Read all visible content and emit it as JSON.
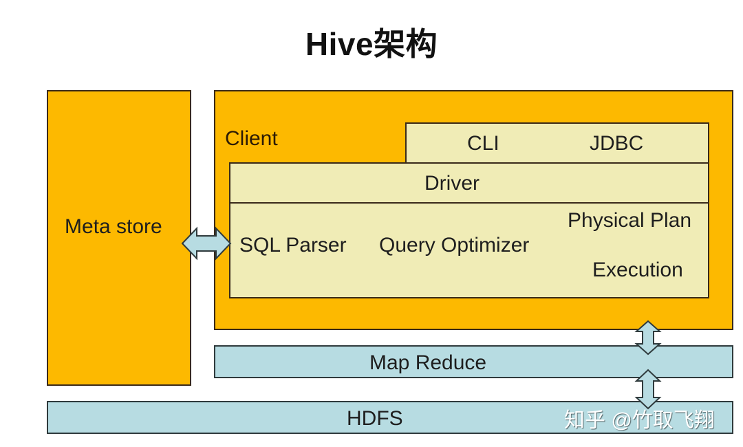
{
  "title": "Hive架构",
  "meta_store": {
    "label": "Meta store"
  },
  "client": {
    "label": "Client",
    "cli": "CLI",
    "jdbc": "JDBC",
    "driver": "Driver",
    "components": {
      "sql_parser": "SQL Parser",
      "query_optimizer": "Query Optimizer",
      "physical_plan": "Physical Plan",
      "execution": "Execution"
    }
  },
  "map_reduce": {
    "label": "Map Reduce"
  },
  "hdfs": {
    "label": "HDFS"
  },
  "watermark": "知乎 @竹取飞翔",
  "colors": {
    "orange": "#fdb900",
    "cream": "#f0ecb6",
    "light_blue": "#b7dce2",
    "border": "#3a2a1a"
  },
  "arrows": [
    {
      "from": "meta_store",
      "to": "client",
      "direction": "bidirectional-horizontal"
    },
    {
      "from": "client",
      "to": "map_reduce",
      "direction": "bidirectional-vertical"
    },
    {
      "from": "map_reduce",
      "to": "hdfs",
      "direction": "bidirectional-vertical"
    }
  ]
}
